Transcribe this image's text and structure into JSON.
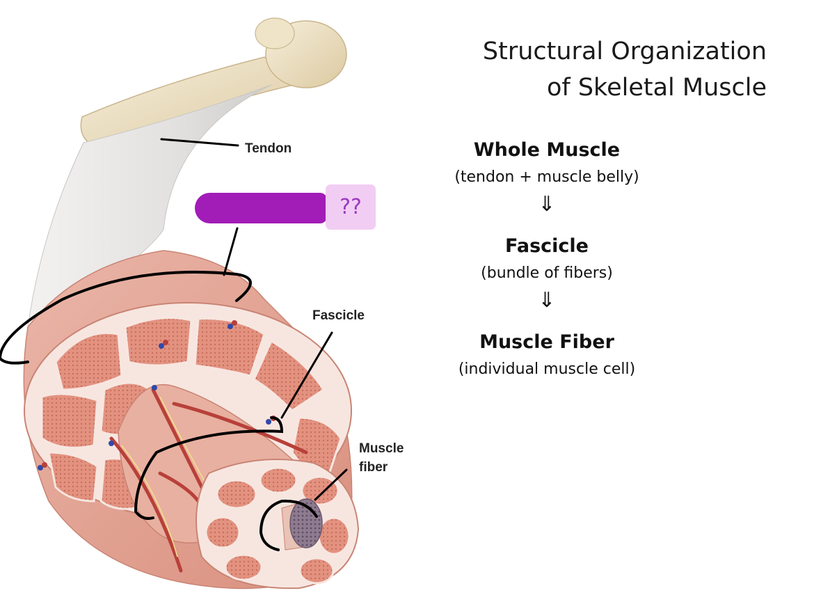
{
  "title": {
    "line1": "Structural Organization",
    "line2": "of Skeletal Muscle"
  },
  "labels": {
    "tendon": "Tendon",
    "fascicle": "Fascicle",
    "muscle_fiber": "Muscle fiber",
    "hidden": "??"
  },
  "hierarchy": [
    {
      "level": "Whole Muscle",
      "desc": "(tendon + muscle belly)"
    },
    {
      "level": "Fascicle",
      "desc": "(bundle of fibers)"
    },
    {
      "level": "Muscle Fiber",
      "desc": "(individual muscle cell)"
    }
  ],
  "arrow_symbol": "⇓",
  "colors": {
    "bone": "#efe4c8",
    "tendon": "#ecebea",
    "muscle": "#e7a898",
    "fascicle_fill": "#e3927f",
    "connective": "#f7e6e0",
    "redaction": "#a21cb8",
    "question_box": "#f2cdf3",
    "question_text": "#9a3bc0"
  }
}
